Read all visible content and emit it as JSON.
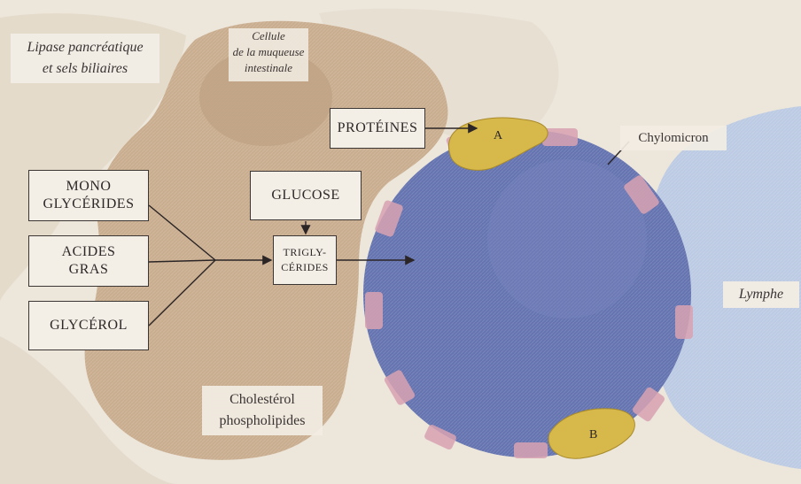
{
  "labels": {
    "lipase_line1": "Lipase pancréatique",
    "lipase_line2": "et sels biliaires",
    "cellule_line1": "Cellule",
    "cellule_line2": "de la muqueuse",
    "cellule_line3": "intestinale",
    "proteines": "PROTÉINES",
    "mono_line1": "MONO",
    "mono_line2": "GLYCÉRIDES",
    "acides_line1": "ACIDES",
    "acides_line2": "GRAS",
    "glycerol": "GLYCÉROL",
    "glucose": "GLUCOSE",
    "trigly_line1": "TRIGLY-",
    "trigly_line2": "CÉRIDES",
    "chylomicron": "Chylomicron",
    "lymphe": "Lymphe",
    "cholesterol_line1": "Cholestérol",
    "cholesterol_line2": "phospholipides",
    "marker_a": "A",
    "marker_b": "B"
  },
  "colors": {
    "background": "#ece6db",
    "cell": "#c9ad8f",
    "cell_nucleus": "#bfa283",
    "chylomicron": "#6574b0",
    "lymph": "#bccbe3",
    "protein_blob": "#d7b84a",
    "pink_patch": "#d9a2b2",
    "box_border": "#3b3533"
  }
}
